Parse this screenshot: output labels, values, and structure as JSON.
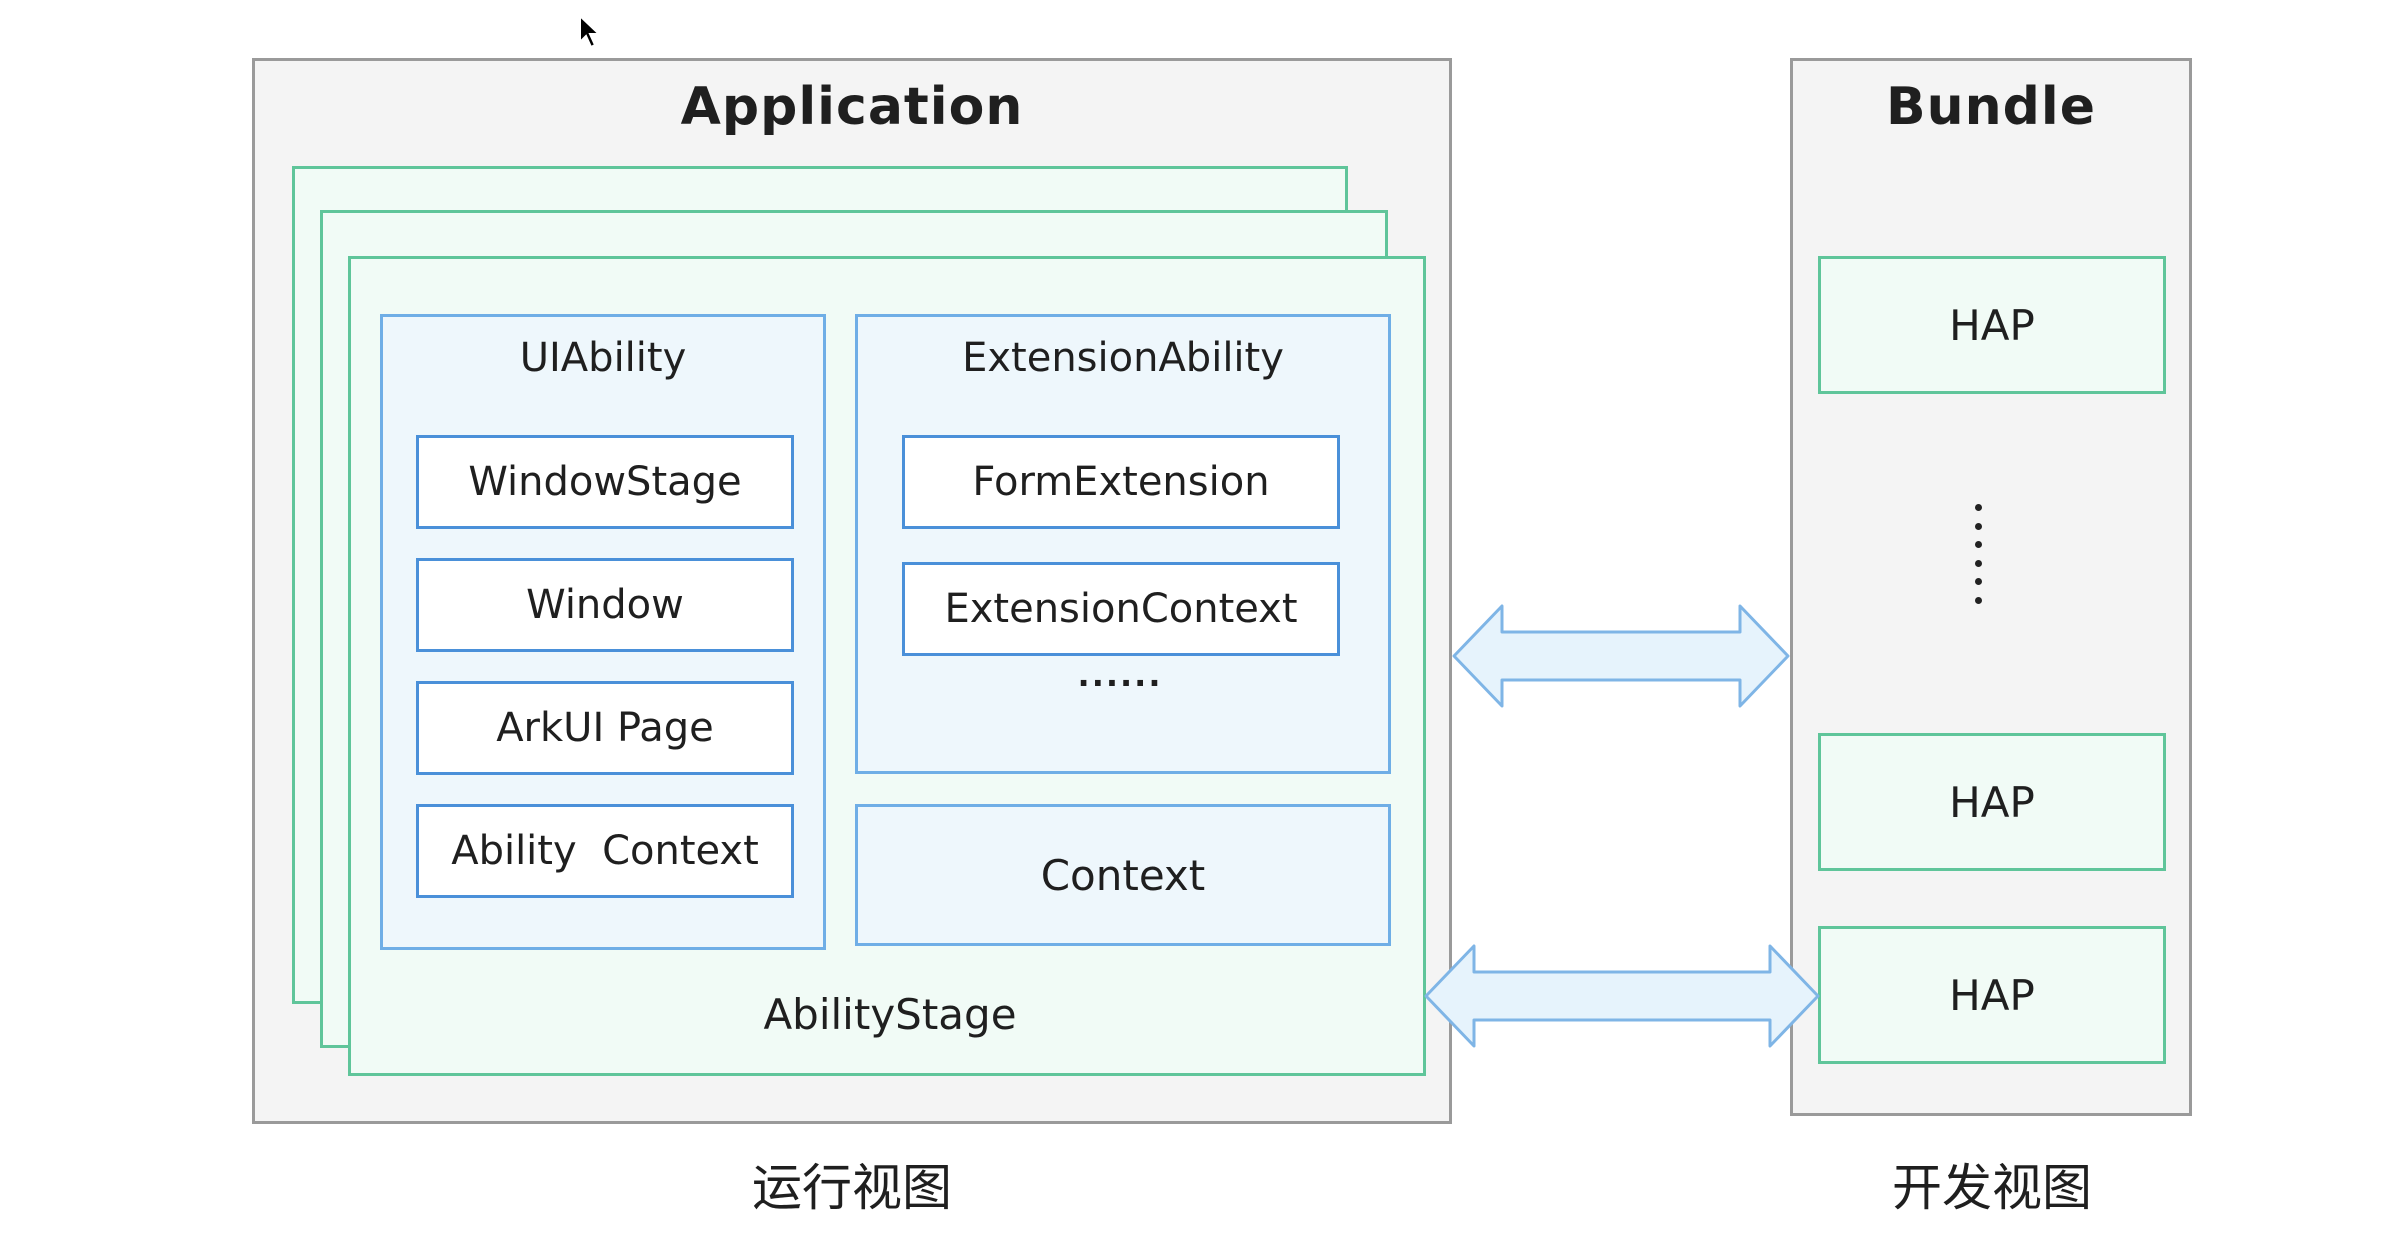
{
  "application": {
    "title": "Application",
    "ui_ability": {
      "title": "UIAbility",
      "items": [
        "WindowStage",
        "Window",
        "ArkUI Page",
        "Ability  Context"
      ]
    },
    "extension_ability": {
      "title": "ExtensionAbility",
      "items": [
        "FormExtension",
        "ExtensionContext"
      ],
      "ellipsis": "......"
    },
    "context_label": "Context",
    "ability_stage_label": "AbilityStage",
    "caption": "运行视图"
  },
  "bundle": {
    "title": "Bundle",
    "haps": [
      "HAP",
      "HAP",
      "HAP"
    ],
    "caption": "开发视图"
  },
  "colors": {
    "panel_bg": "#f4f4f4",
    "stage_border": "#5fc59a",
    "ability_border": "#6faee6",
    "arrow_fill": "#e6f3fc",
    "arrow_stroke": "#7fb5e6"
  }
}
